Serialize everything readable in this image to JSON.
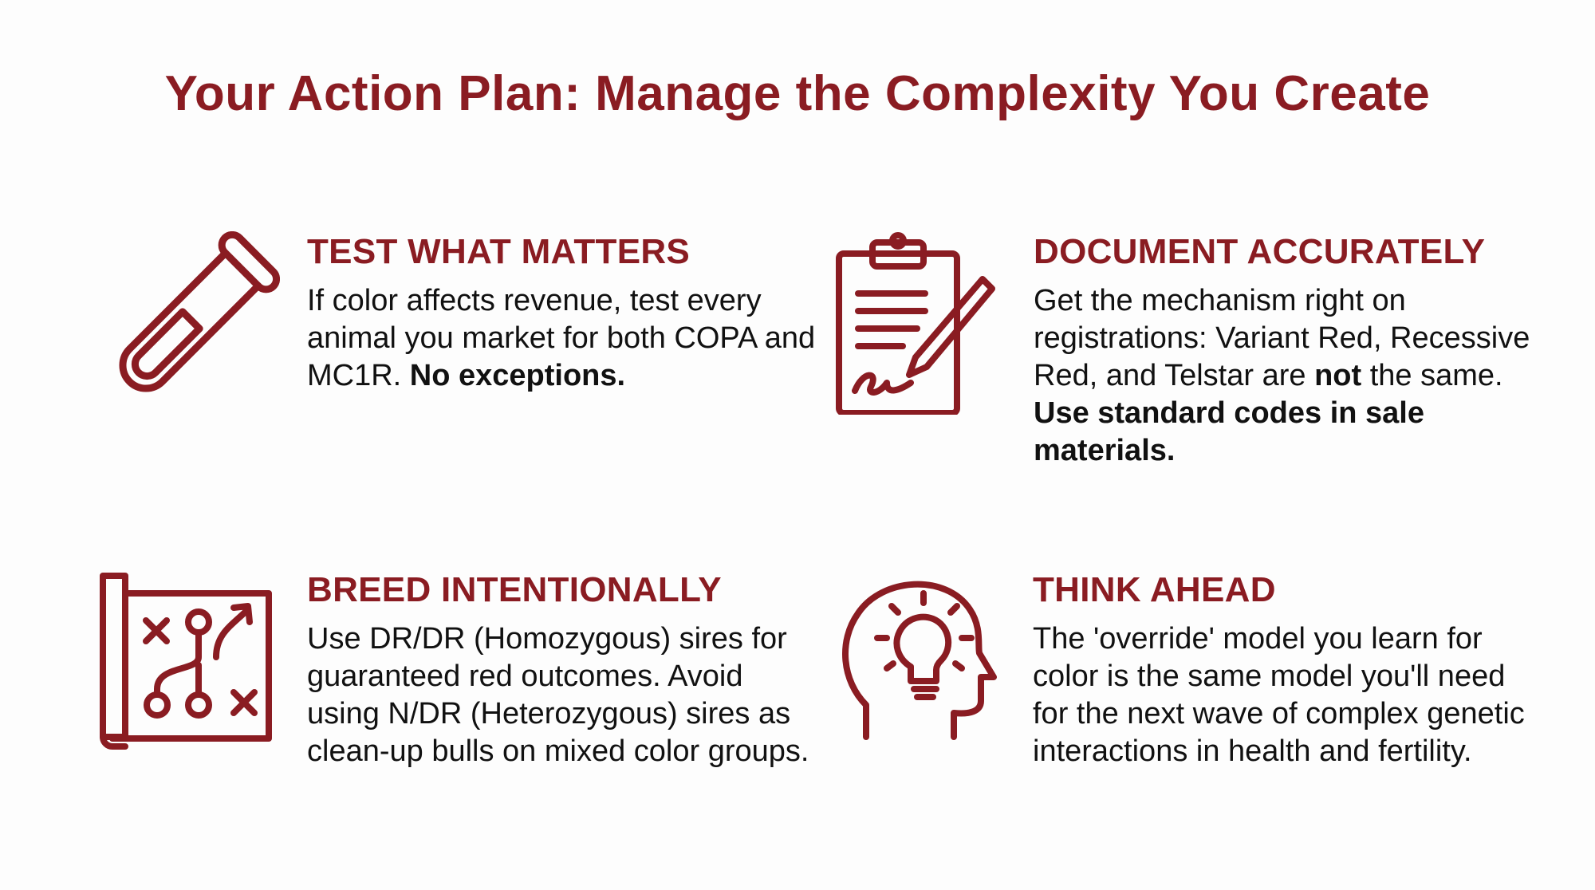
{
  "title": "Your Action Plan: Manage the Complexity You Create",
  "accent_color": "#8a1c22",
  "cards": [
    {
      "icon": "test-tube-icon",
      "heading": "TEST WHAT MATTERS",
      "body": [
        "If color affects revenue, test every animal you market for both COPA and MC1R. ",
        "No exceptions."
      ]
    },
    {
      "icon": "clipboard-pen-icon",
      "heading": "DOCUMENT ACCURATELY",
      "body": [
        "Get the mechanism right on registrations: Variant Red, Recessive Red, and Telstar are ",
        "not",
        " the same. ",
        "Use standard codes in sale materials."
      ]
    },
    {
      "icon": "strategy-map-icon",
      "heading": "BREED INTENTIONALLY",
      "body": [
        "Use DR/DR (Homozygous) sires for guaranteed red outcomes. Avoid using N/DR (Heterozygous) sires as clean-up bulls on mixed color groups."
      ]
    },
    {
      "icon": "head-lightbulb-icon",
      "heading": "THINK AHEAD",
      "body": [
        "The 'override' model you learn for color is the same model you'll need for the next wave of complex genetic interactions in health and fertility."
      ]
    }
  ]
}
